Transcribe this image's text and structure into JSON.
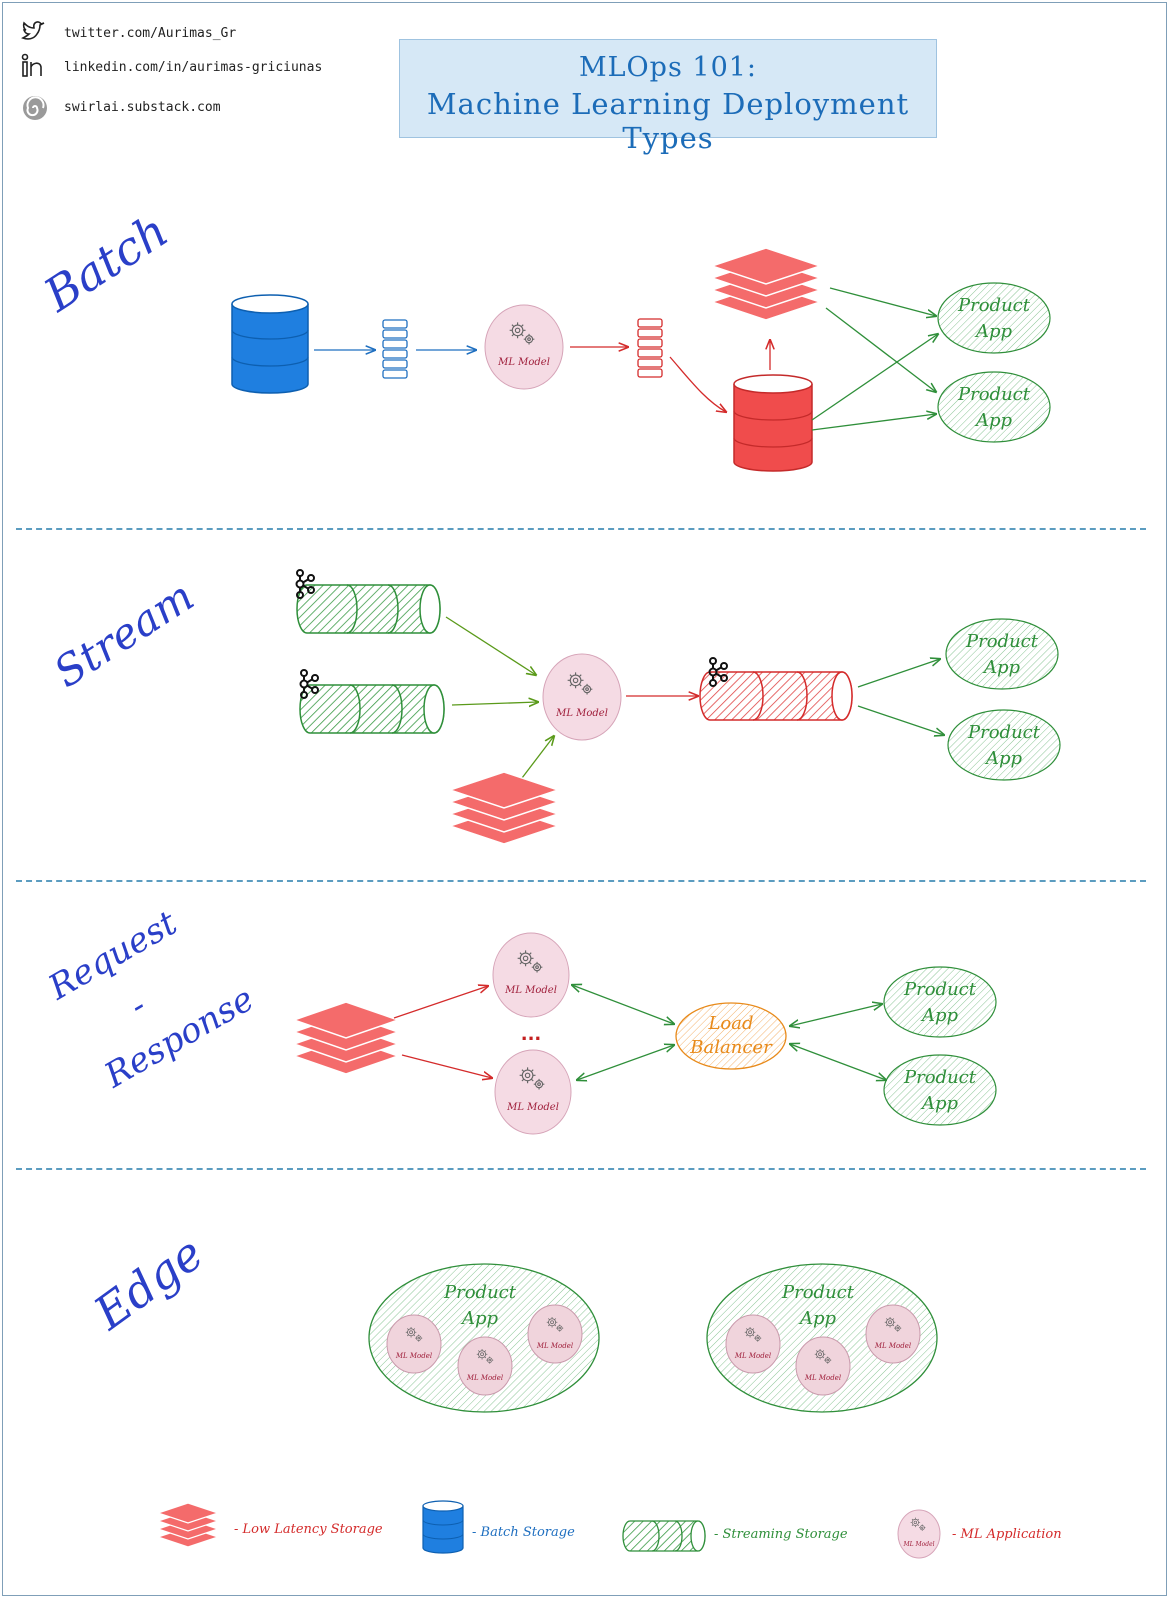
{
  "header": {
    "twitter": "twitter.com/Aurimas_Gr",
    "linkedin": "linkedin.com/in/aurimas-griciunas",
    "substack": "swirlai.substack.com",
    "title_line1": "MLOps 101:",
    "title_line2": "Machine Learning Deployment Types"
  },
  "sections": {
    "batch": "Batch",
    "stream": "Stream",
    "request_response_1": "Request",
    "request_response_2": "-",
    "request_response_3": "Response",
    "edge": "Edge"
  },
  "nodes": {
    "ml_model": "ML Model",
    "product_app_1": "Product",
    "product_app_2": "App",
    "load_balancer_1": "Load",
    "load_balancer_2": "Balancer",
    "ellipsis": "..."
  },
  "legend": {
    "low_latency": "- Low Latency Storage",
    "batch": "- Batch Storage",
    "streaming": "- Streaming Storage",
    "ml_app": "- ML Application"
  },
  "colors": {
    "batch_blue": "#1f7fe0",
    "red": "#f04c4c",
    "green": "#2f8f3a",
    "ml_pink": "#f5dbe4",
    "lb_orange": "#e88a1a",
    "label_blue": "#2a3fc8"
  }
}
